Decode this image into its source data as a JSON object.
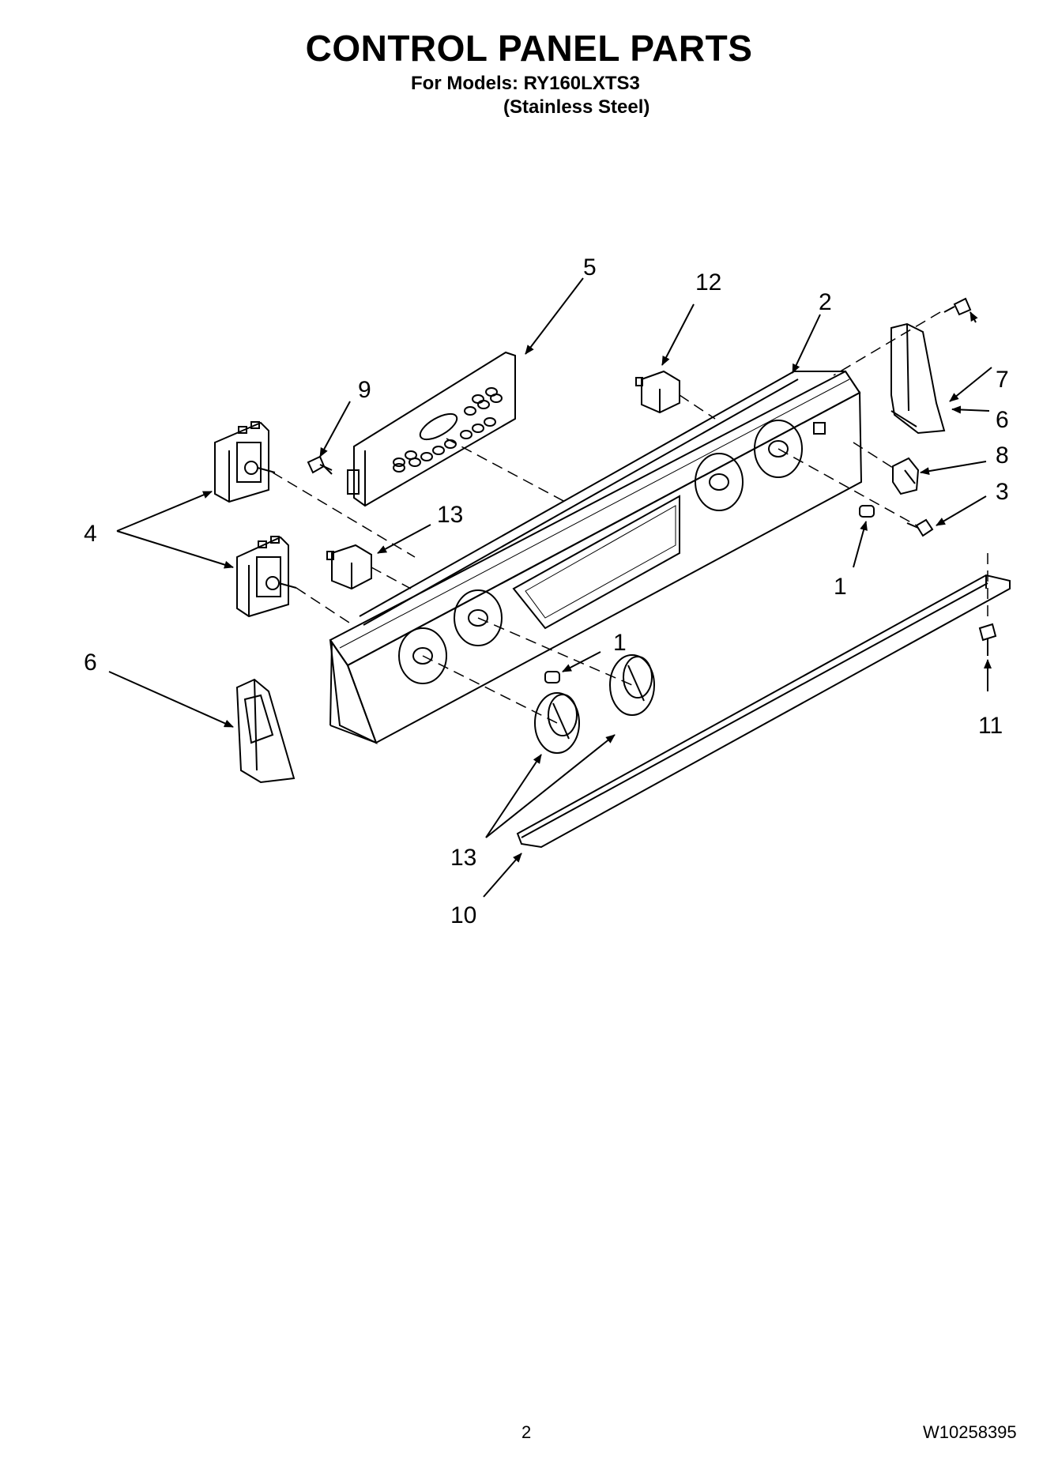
{
  "header": {
    "title": "CONTROL PANEL PARTS",
    "models_line": "For Models: RY160LXTS3",
    "finish_line": "(Stainless Steel)"
  },
  "callouts": {
    "c1a": "1",
    "c1b": "1",
    "c2": "2",
    "c3": "3",
    "c4": "4",
    "c5": "5",
    "c6a": "6",
    "c6b": "6",
    "c7": "7",
    "c8": "8",
    "c9": "9",
    "c10": "10",
    "c11": "11",
    "c12": "12",
    "c13a": "13",
    "c13b": "13"
  },
  "footer": {
    "page_number": "2",
    "doc_number": "W10258395"
  }
}
